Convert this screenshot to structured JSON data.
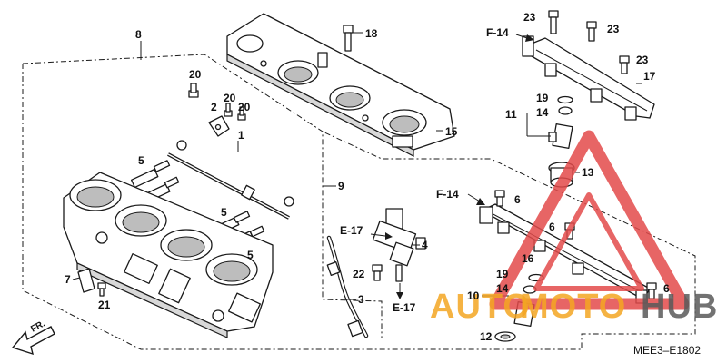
{
  "diagram": {
    "drawing_code": "MEE3–E1802",
    "front_indicator": "FR.",
    "part_numbers": {
      "p1": "1",
      "p2": "2",
      "p3": "3",
      "p4": "4",
      "p5a": "5",
      "p5b": "5",
      "p5c": "5",
      "p6a": "6",
      "p6b": "6",
      "p6c": "6",
      "p7": "7",
      "p8": "8",
      "p9": "9",
      "p10": "10",
      "p11": "11",
      "p12": "12",
      "p13": "13",
      "p14a": "14",
      "p14b": "14",
      "p15": "15",
      "p16": "16",
      "p17": "17",
      "p18": "18",
      "p19a": "19",
      "p19b": "19",
      "p20a": "20",
      "p20b": "20",
      "p20c": "20",
      "p21": "21",
      "p22": "22",
      "p23a": "23",
      "p23b": "23",
      "p23c": "23"
    },
    "cross_references": {
      "f14_top": "F-14",
      "f14_mid": "F-14",
      "e17_top": "E-17",
      "e17_bottom": "E-17"
    }
  },
  "watermark": {
    "text_auto": "AUTO",
    "text_moto": "MOTO",
    "text_hub": "HUB",
    "color_orange": "#f4a623",
    "color_red": "#e34b4b",
    "color_gray": "#5a5a5a"
  }
}
